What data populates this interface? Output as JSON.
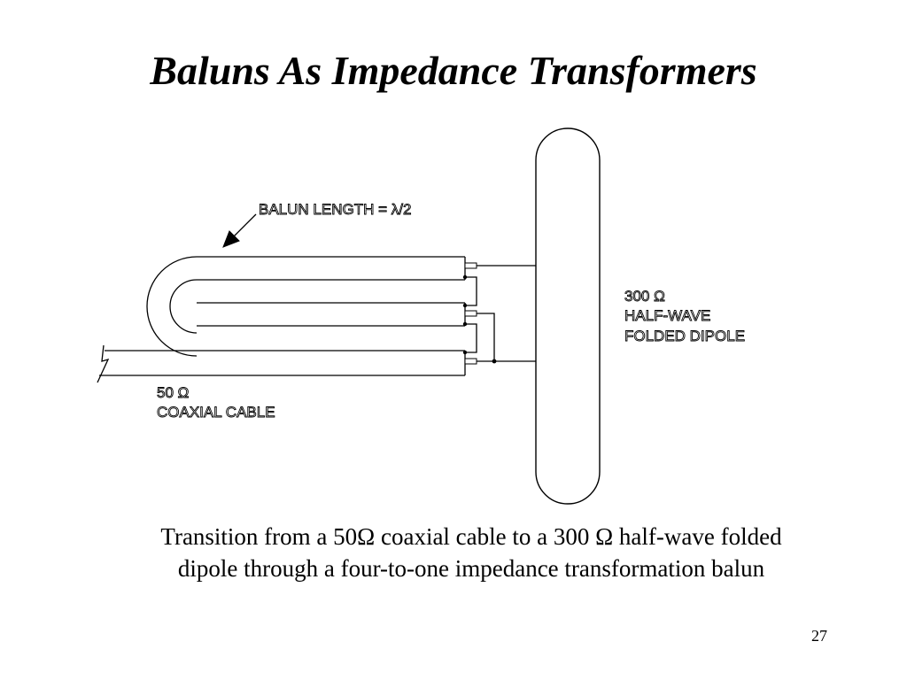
{
  "slide": {
    "title": "Baluns As Impedance Transformers",
    "caption_line1": "Transition from a 50Ω coaxial cable to a 300 Ω half-wave folded",
    "caption_line2": "dipole through a four-to-one impedance transformation balun",
    "page_number": "27"
  },
  "diagram": {
    "balun_label": "BALUN  LENGTH = λ/2",
    "dipole_label_line1": "300 Ω",
    "dipole_label_line2": "HALF-WAVE",
    "dipole_label_line3": "FOLDED DIPOLE",
    "coax_label_line1": "50 Ω",
    "coax_label_line2": "COAXIAL CABLE"
  }
}
